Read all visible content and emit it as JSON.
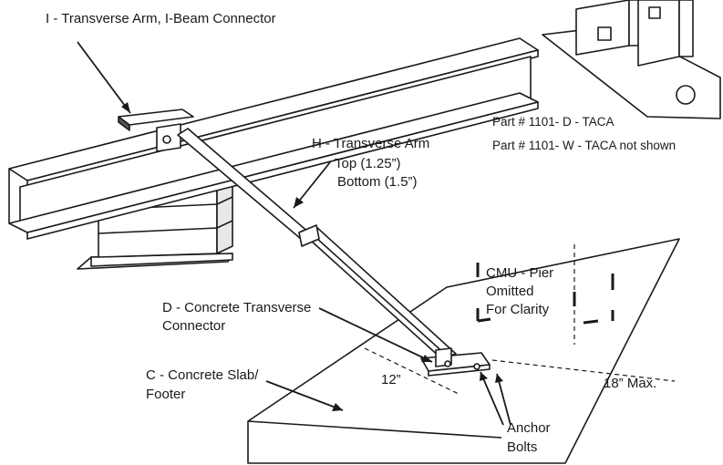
{
  "labels": {
    "i_connector": "I - Transverse Arm, I-Beam Connector",
    "h_arm_title": "H - Transverse Arm",
    "h_arm_top": "Top (1.25”)",
    "h_arm_bottom": "Bottom (1.5”)",
    "cmu_line1": "CMU - Pier",
    "cmu_line2": "Omitted",
    "cmu_line3": "For Clarity",
    "d_connector_line1": "D - Concrete Transverse",
    "d_connector_line2": "Connector",
    "c_slab_line1": "C - Concrete Slab/",
    "c_slab_line2": "Footer",
    "dim_12": "12”",
    "dim_18": "18” Max.",
    "anchor_line1": "Anchor",
    "anchor_line2": "Bolts"
  },
  "parts": {
    "part_d": "Part # 1101- D - TACA",
    "part_w": "Part # 1101- W - TACA not shown"
  },
  "colors": {
    "ink": "#1a1a1a",
    "paper": "#ffffff",
    "shade": "#d6d6d6"
  }
}
